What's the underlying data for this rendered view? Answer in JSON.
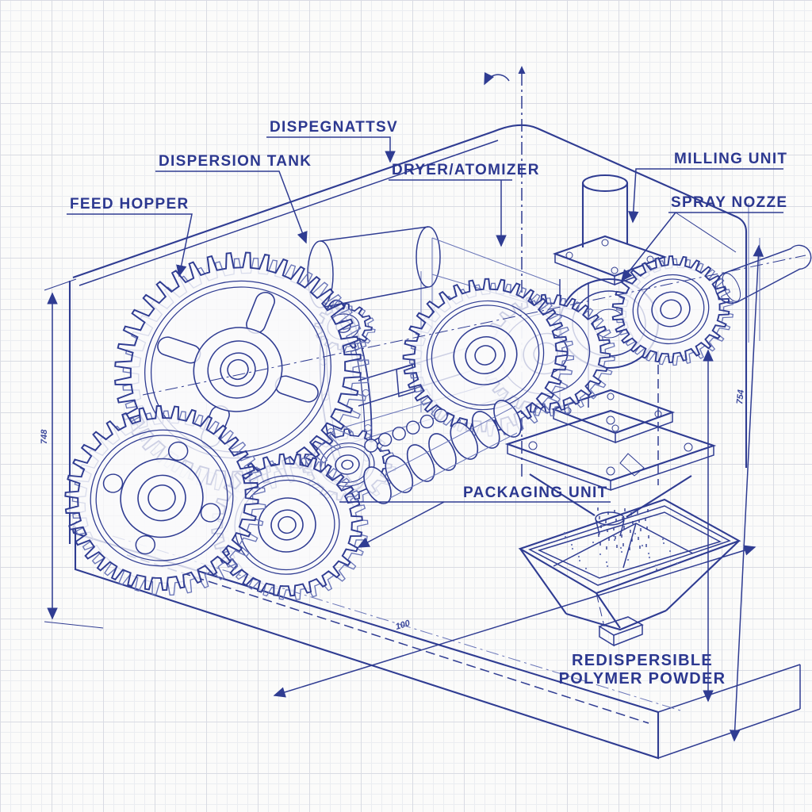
{
  "labels": {
    "top_garbled": "DISPEGNATTSV",
    "dispersion_tank": "DISPERSION TANK",
    "dryer_atomizer": "DRYER/ATOMIZER",
    "milling_unit": "MILLING UNIT",
    "feed_hopper": "FEED HOPPER",
    "spray_nozzle": "SPRAY NOZZE",
    "packaging_unit": "PACKAGING UNIT",
    "output_line1": "REDISPERSIBLE",
    "output_line2": "POLYMER POWDER"
  },
  "dimensions": {
    "left_height": "748",
    "right_height": "754",
    "bottom_width": "100"
  },
  "colors": {
    "ink": "#2f3c92",
    "ink_light": "#6a76b8",
    "text": "#2c3890",
    "paper": "#fbfbfa",
    "grid_minor": "#ebedf1",
    "grid_major": "#d9dbe3"
  }
}
